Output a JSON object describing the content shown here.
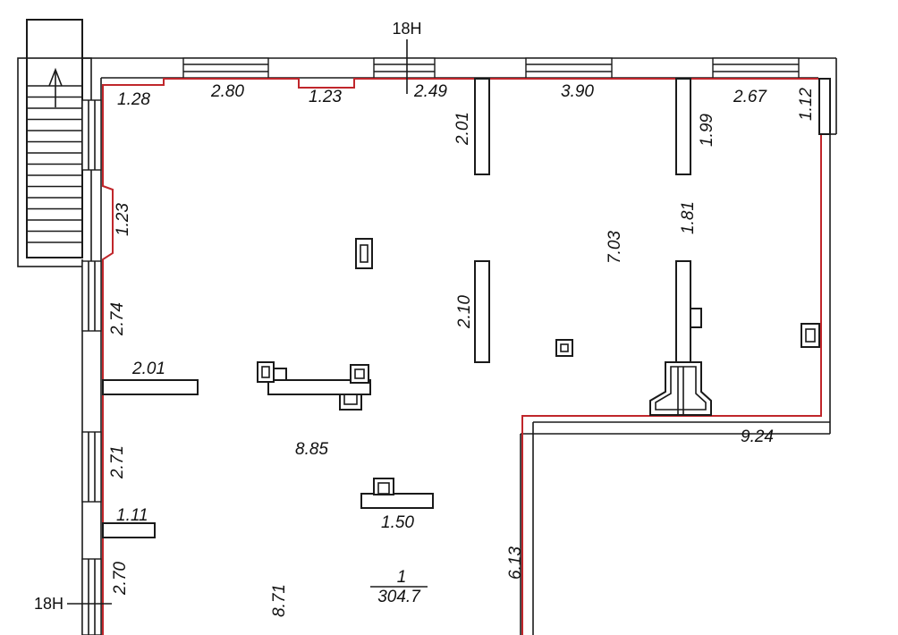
{
  "axis_labels": {
    "top": "18H",
    "left": "18H"
  },
  "room": {
    "number": "1",
    "area": "304.7"
  },
  "dimensions": {
    "d_1_28": "1.28",
    "d_2_80": "2.80",
    "d_1_23_top": "1.23",
    "d_2_49": "2.49",
    "d_3_90": "3.90",
    "d_2_67": "2.67",
    "d_1_12": "1.12",
    "d_2_01_vert": "2.01",
    "d_1_99": "1.99",
    "d_1_23_left": "1.23",
    "d_1_81": "1.81",
    "d_7_03": "7.03",
    "d_2_10": "2.10",
    "d_2_74": "2.74",
    "d_2_01_horiz": "2.01",
    "d_8_85": "8.85",
    "d_9_24": "9.24",
    "d_2_71": "2.71",
    "d_1_50": "1.50",
    "d_1_11": "1.11",
    "d_6_13": "6.13",
    "d_2_70": "2.70",
    "d_8_71": "8.71"
  },
  "colors": {
    "boundary": "#c0262b",
    "lines": "#1a1a1a",
    "background": "#ffffff"
  }
}
